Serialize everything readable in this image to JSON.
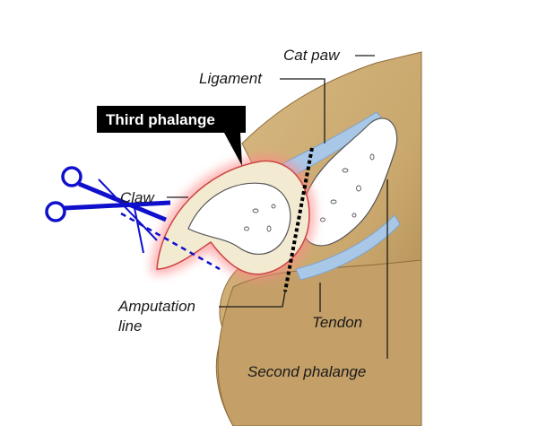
{
  "labels": {
    "cat_paw": "Cat paw",
    "ligament": "Ligament",
    "third_phalange": "Third phalange",
    "claw": "Claw",
    "amputation_line_1": "Amputation",
    "amputation_line_2": "line",
    "tendon": "Tendon",
    "second_phalange": "Second phalange"
  },
  "colors": {
    "paw_tan": "#c9a76d",
    "paw_tan_dark": "#b08a4e",
    "claw_fill": "#f3ead2",
    "claw_glow": "#ff8a8a",
    "bone_fill": "#ffffff",
    "ligament_blue": "#a9c8e8",
    "scissors_blue": "#1010cc",
    "tag_bg": "#000000",
    "cut_line": "#000000"
  },
  "icons": [
    "scissors-icon"
  ]
}
